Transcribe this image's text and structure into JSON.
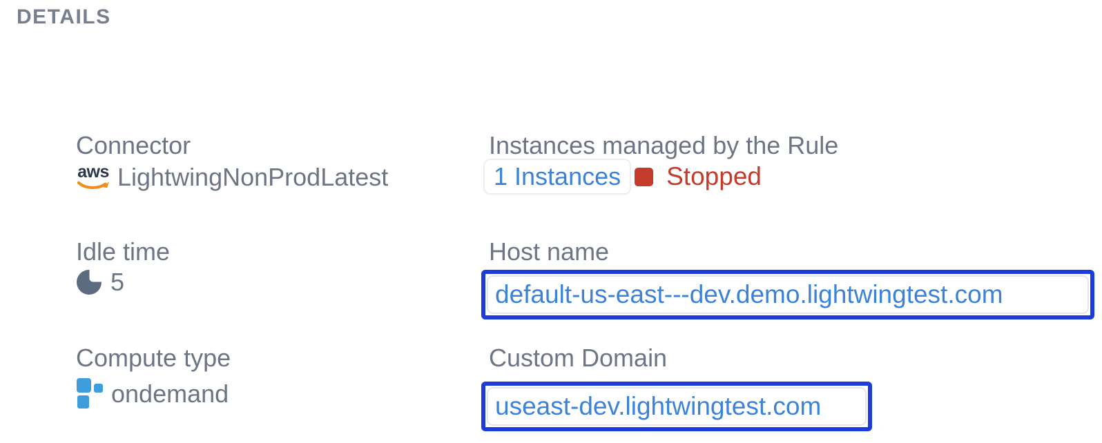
{
  "header": {
    "title": "DETAILS"
  },
  "colors": {
    "label_gray": "#6d7585",
    "link_blue": "#3c82d8",
    "annotation_border_blue": "#1b3cdb",
    "status_red": "#c33b2b",
    "compute_icon_blue": "#3e9ddb",
    "idle_icon_gray": "#5d6b80",
    "aws_dark": "#2b3648",
    "aws_orange": "#ef8e1d"
  },
  "left": {
    "connector": {
      "label": "Connector",
      "value": "LightwingNonProdLatest",
      "icon": "aws-logo-icon",
      "aws_word": "aws"
    },
    "idle_time": {
      "label": "Idle time",
      "value": "5",
      "icon": "idle-time-pie-icon"
    },
    "compute_type": {
      "label": "Compute type",
      "value": "ondemand",
      "icon": "compute-squares-icon"
    }
  },
  "right": {
    "instances": {
      "label": "Instances managed by the Rule",
      "link": "1 Instances",
      "status": "Stopped",
      "status_color": "#c33b2b"
    },
    "host_name": {
      "label": "Host name",
      "value": "default-us-east---dev.demo.lightwingtest.com"
    },
    "custom_domain": {
      "label": "Custom Domain",
      "value": "useast-dev.lightwingtest.com"
    }
  }
}
